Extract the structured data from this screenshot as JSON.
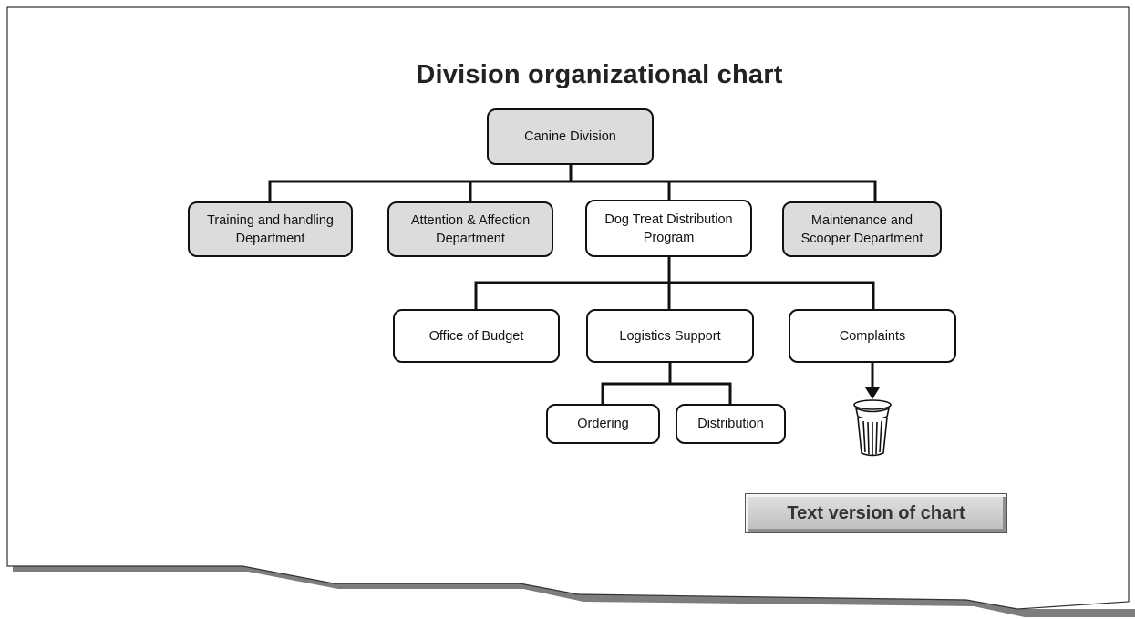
{
  "title": "Division organizational chart",
  "root": {
    "label": "Canine Division"
  },
  "departments": [
    {
      "label": "Training and handling Department"
    },
    {
      "label": "Attention & Affection Department"
    },
    {
      "label": "Dog Treat Distribution Program"
    },
    {
      "label": "Maintenance and Scooper Department"
    }
  ],
  "program_units": [
    {
      "label": "Office of Budget"
    },
    {
      "label": "Logistics Support"
    },
    {
      "label": "Complaints"
    }
  ],
  "logistics_units": [
    {
      "label": "Ordering"
    },
    {
      "label": "Distribution"
    }
  ],
  "icons": {
    "complaints_destination": "trash-can-icon"
  },
  "text_version_button": {
    "label": "Text version of chart"
  }
}
